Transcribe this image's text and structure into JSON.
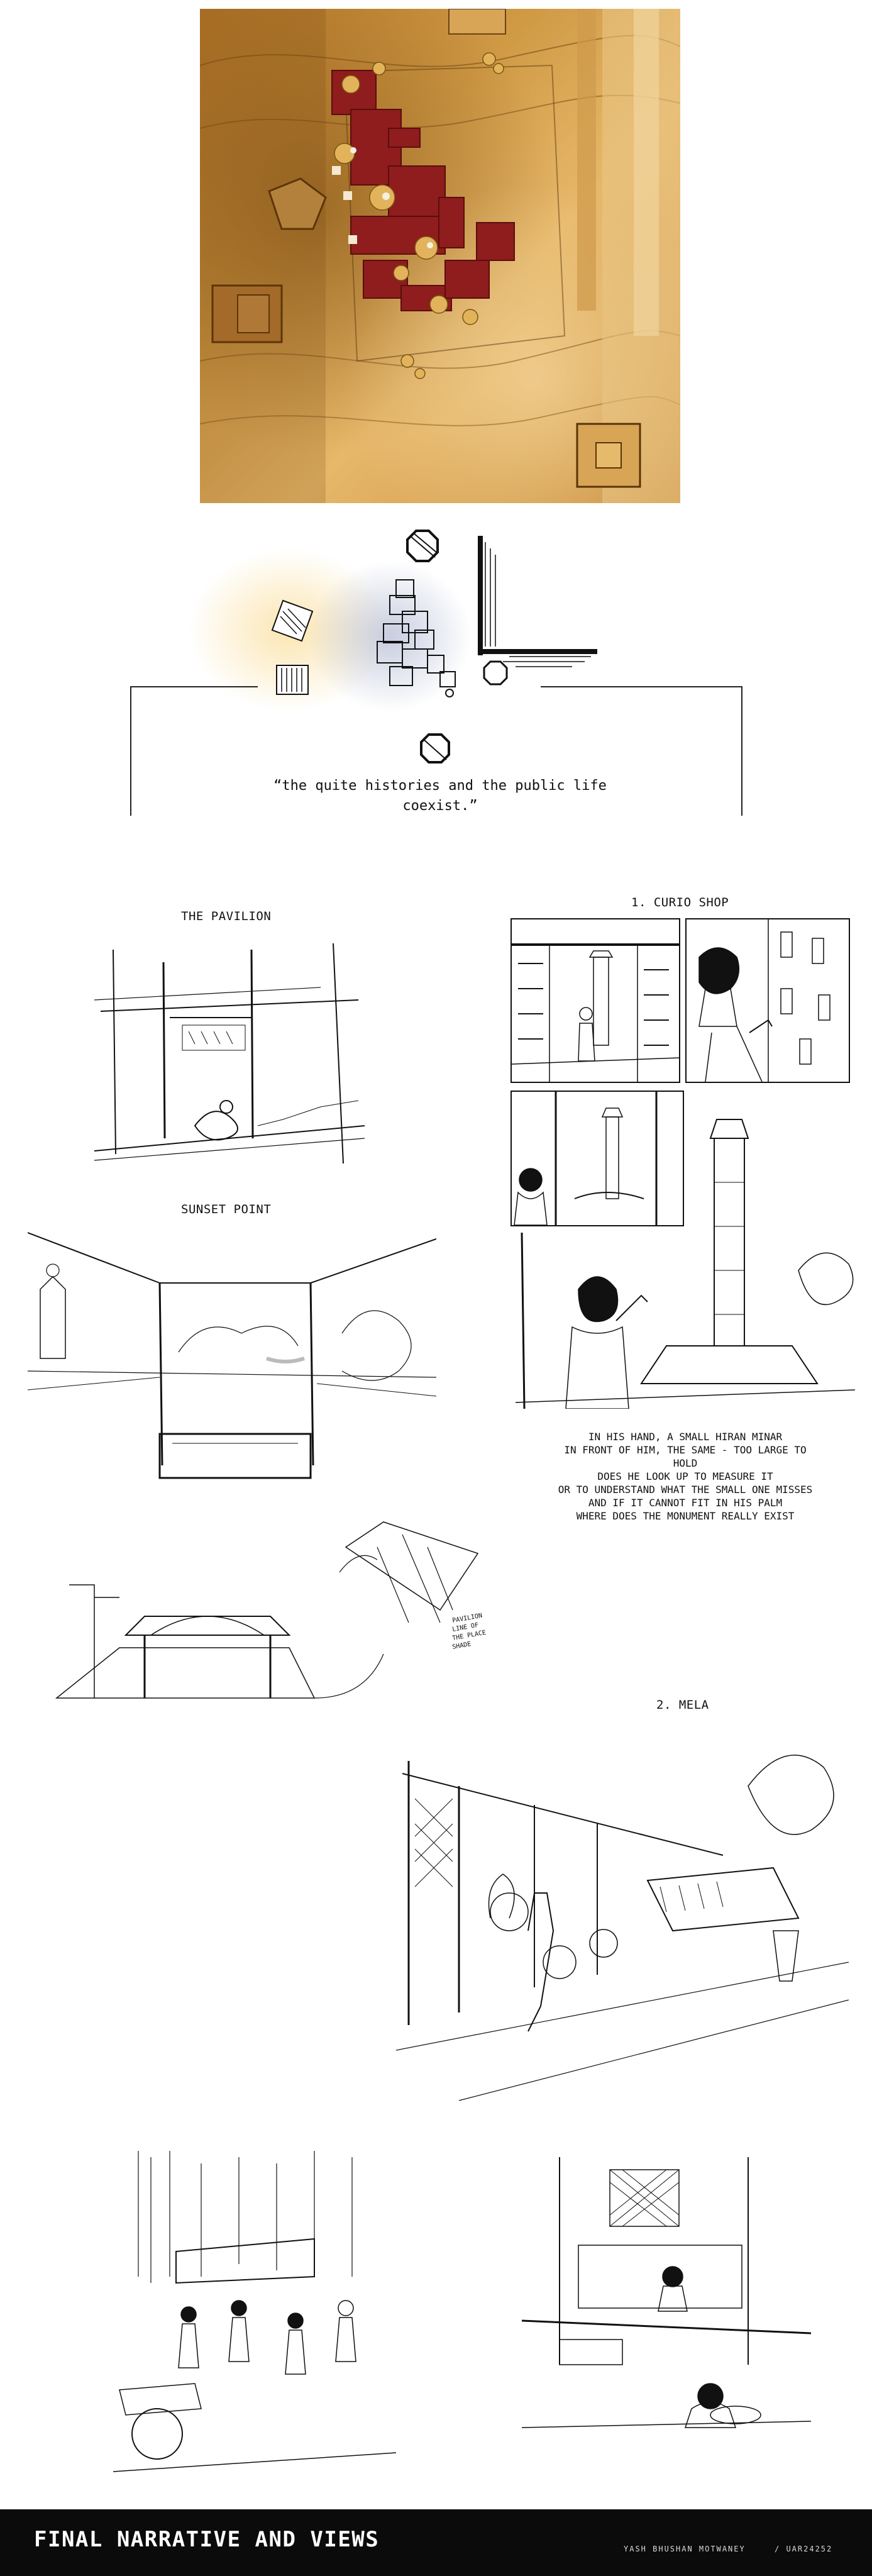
{
  "diagram": {
    "quote_line1": "“the quite histories and the public life",
    "quote_line2": "coexist.”"
  },
  "sections": {
    "pavilion": "THE PAVILION",
    "sunset": "SUNSET POINT",
    "curio": "1. CURIO SHOP",
    "mela": "2. MELA"
  },
  "narrative": {
    "lines": [
      "IN HIS HAND, A SMALL HIRAN MINAR",
      "IN FRONT OF HIM, THE SAME - TOO LARGE TO",
      "HOLD",
      "DOES HE LOOK UP TO MEASURE IT",
      "OR TO UNDERSTAND WHAT THE SMALL ONE MISSES",
      "AND IF IT CANNOT FIT IN HIS PALM",
      "WHERE DOES THE MONUMENT REALLY EXIST"
    ]
  },
  "annotations": {
    "n1": "PAVILION",
    "n2": "LINE OF",
    "n3": "THE PLACE",
    "n4": "SHADE"
  },
  "footer": {
    "title": "FINAL NARRATIVE AND VIEWS",
    "author": "YASH BHUSHAN MOTWANEY",
    "id": "/ UAR24252"
  },
  "colors": {
    "model_base": "#c9892f",
    "model_red": "#8f1d1d",
    "footer_bg": "#0b0b0b"
  }
}
